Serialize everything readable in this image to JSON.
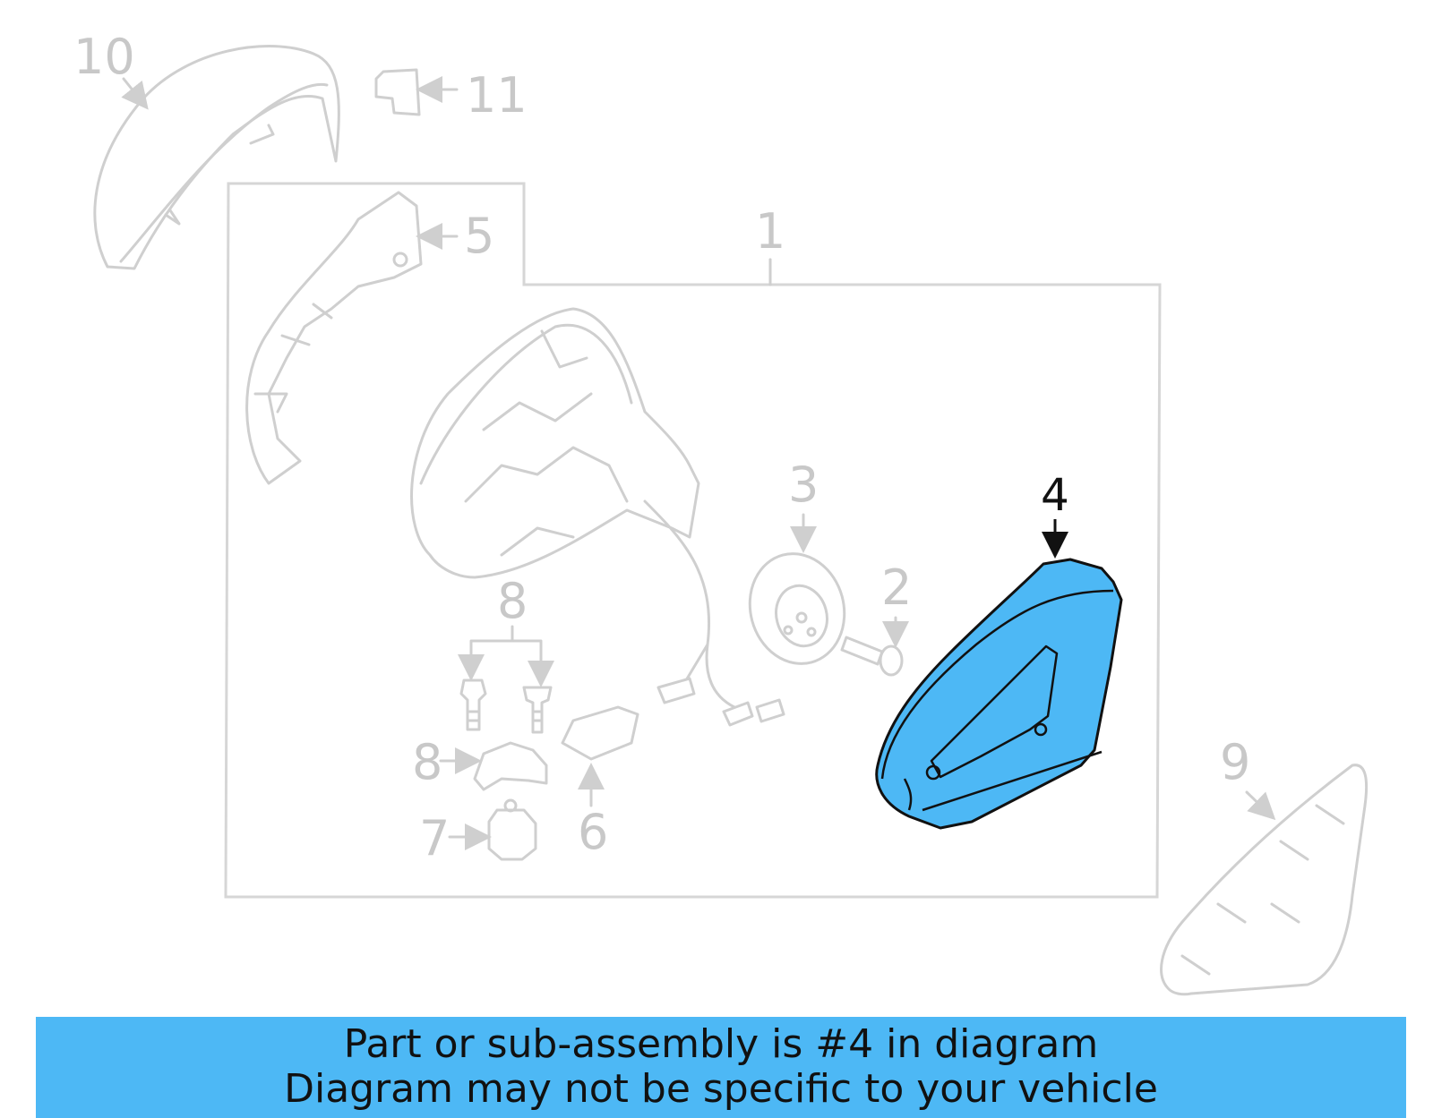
{
  "diagram": {
    "callouts": {
      "c1": "1",
      "c2": "2",
      "c3": "3",
      "c4": "4",
      "c5": "5",
      "c6": "6",
      "c7": "7",
      "c8a": "8",
      "c8b": "8",
      "c9": "9",
      "c10": "10",
      "c11": "11"
    },
    "highlighted_part": "4",
    "colors": {
      "highlight": "#4db8f5",
      "outline": "#cfcfcf",
      "highlight_stroke": "#111111"
    }
  },
  "banner": {
    "line1": "Part or sub-assembly is #4 in diagram",
    "line2": "Diagram may not be specific to your vehicle"
  }
}
